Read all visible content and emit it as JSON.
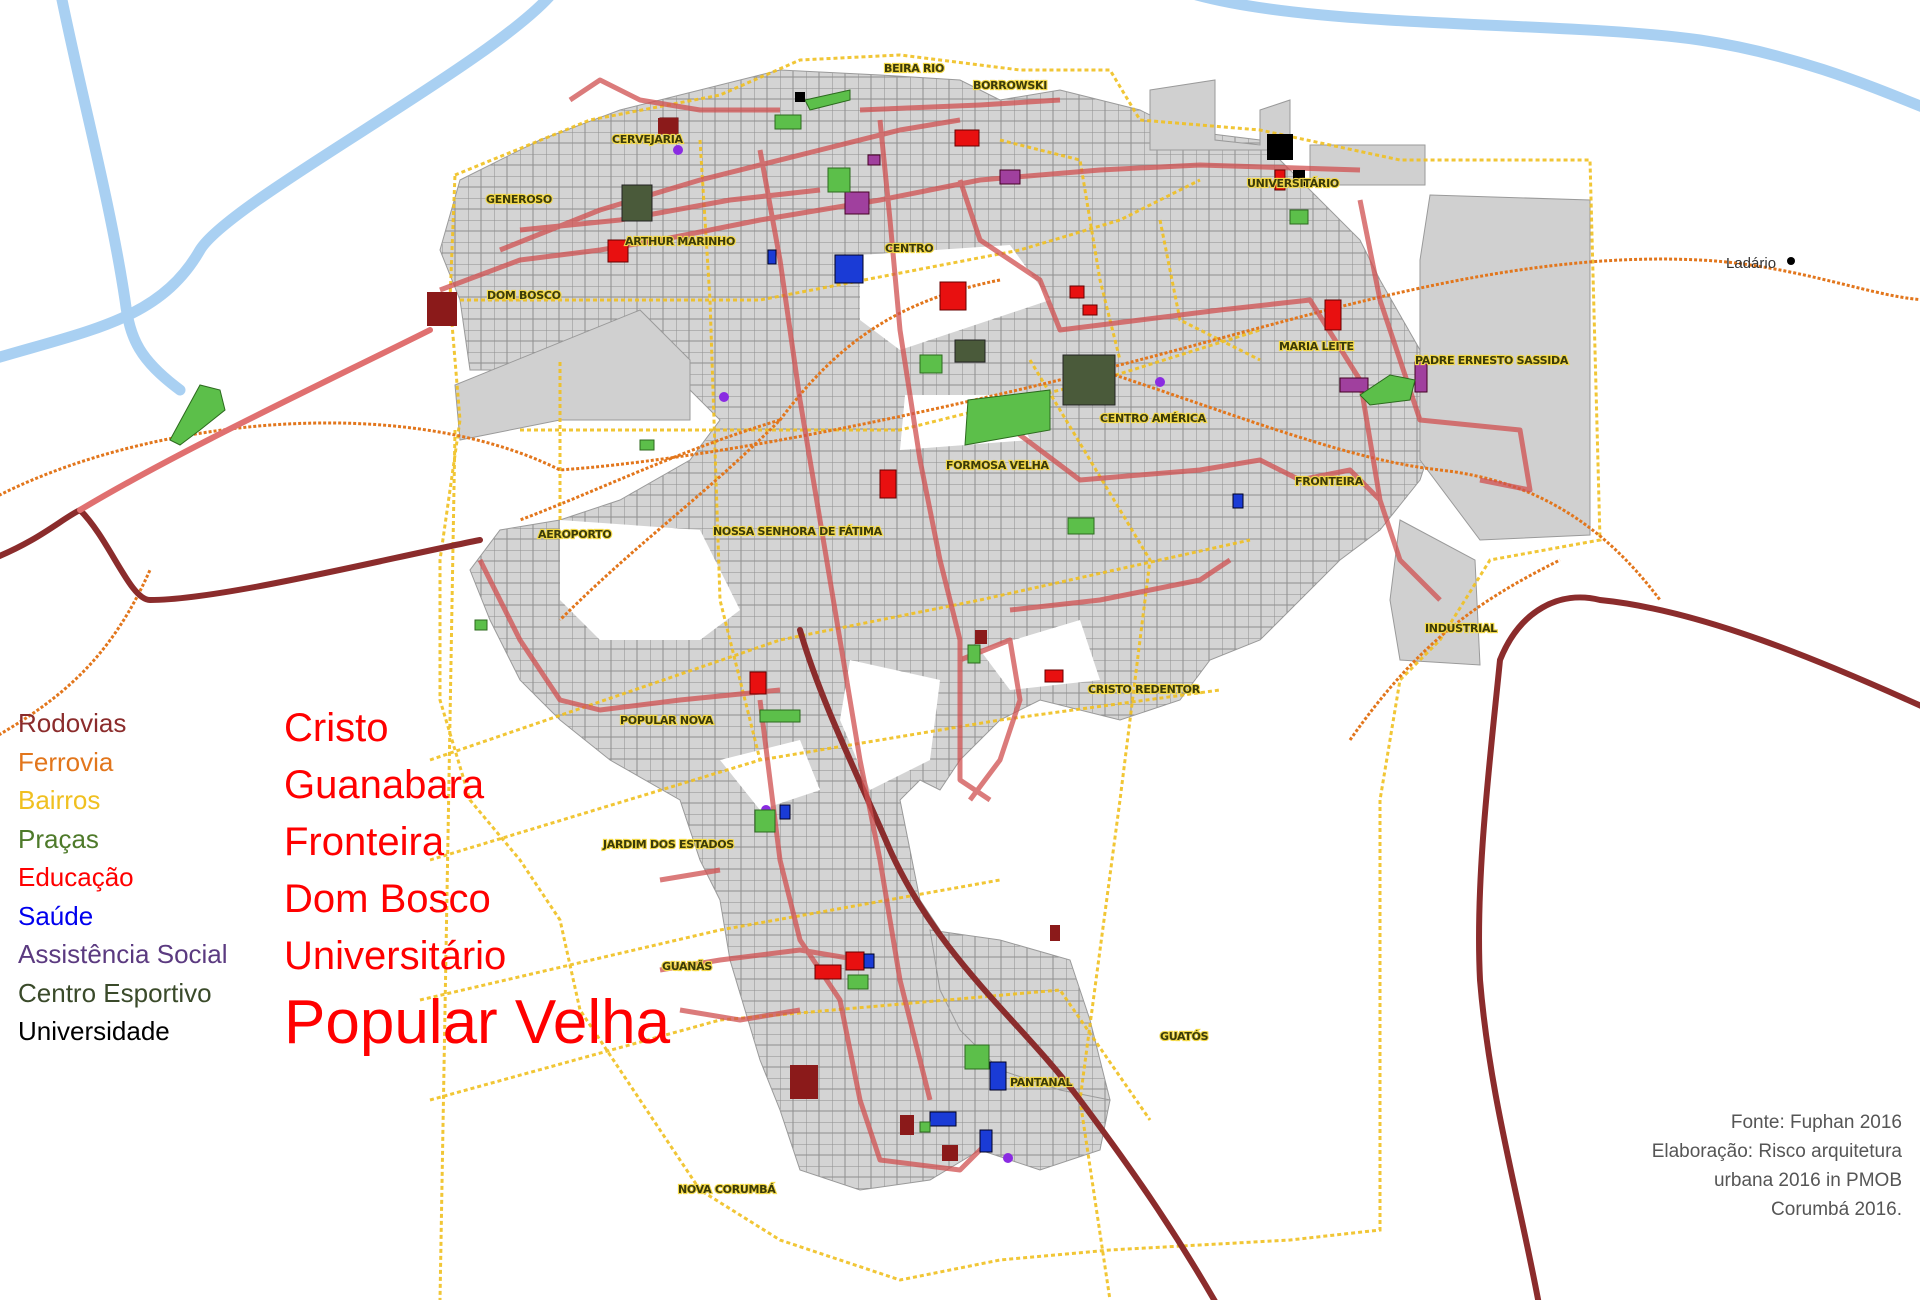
{
  "legend": [
    {
      "label": "Rodovias",
      "color": "#8b2c2c"
    },
    {
      "label": "Ferrovia",
      "color": "#e2761c"
    },
    {
      "label": "Bairros",
      "color": "#f0c020"
    },
    {
      "label": "Praças",
      "color": "#4e7a2a"
    },
    {
      "label": "Educação",
      "color": "#ff0000"
    },
    {
      "label": "Saúde",
      "color": "#0000ee"
    },
    {
      "label": "Assistência Social",
      "color": "#5b3a80"
    },
    {
      "label": "Centro Esportivo",
      "color": "#3a4a2a"
    },
    {
      "label": "Universidade",
      "color": "#000000"
    }
  ],
  "routes": [
    "Cristo",
    "Guanabara",
    "Fronteira",
    "Dom Bosco",
    "Universitário",
    "Popular Velha"
  ],
  "source": [
    "Fonte: Fuphan 2016",
    "Elaboração: Risco arquitetura",
    "urbana 2016 in PMOB",
    "Corumbá 2016."
  ],
  "map": {
    "place_label": "Ladário",
    "neighborhoods": [
      "BEIRA RIO",
      "BORROWSKI",
      "CERVEJARIA",
      "GENEROSO",
      "CENTRO",
      "UNIVERSITÁRIO",
      "ARTHUR MARINHO",
      "DOM BOSCO",
      "MARIA LEITE",
      "PADRE ERNESTO SASSIDA",
      "CENTRO AMÉRICA",
      "FORMOSA VELHA",
      "AEROPORTO",
      "NOSSA SENHORA DE FÁTIMA",
      "FRONTEIRA",
      "INDUSTRIAL",
      "CRISTO REDENTOR",
      "POPULAR NOVA",
      "JARDIM DOS ESTADOS",
      "GUANÃS",
      "GUATÓS",
      "PANTANAL",
      "NOVA CORUMBÁ"
    ]
  }
}
